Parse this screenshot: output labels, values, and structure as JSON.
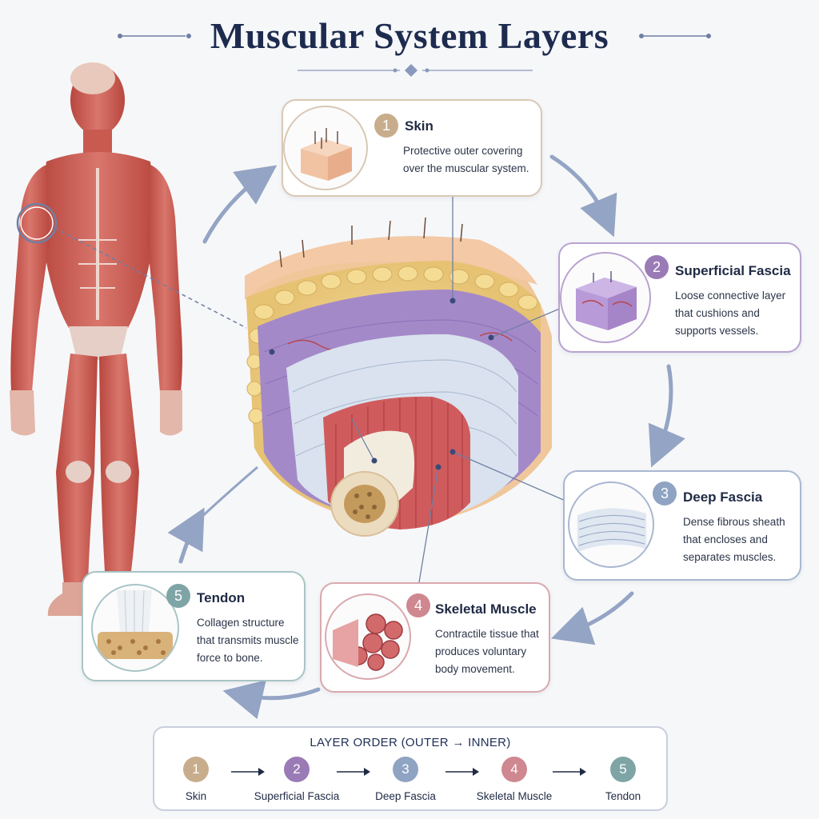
{
  "title": "Muscular System Layers",
  "colors": {
    "skin": "#c8ad8c",
    "superficial_fascia": "#9a7bb6",
    "deep_fascia": "#8fa3c3",
    "skeletal_muscle": "#cf8790",
    "tendon": "#7fa4a6",
    "arrow": "#94a4c4"
  },
  "layers": [
    {
      "number": "1",
      "name": "Skin",
      "description": [
        "Protective outer covering",
        "over the muscular system."
      ]
    },
    {
      "number": "2",
      "name": "Superficial Fascia",
      "description": [
        "Loose connective layer",
        "that cushions and",
        "supports vessels."
      ]
    },
    {
      "number": "3",
      "name": "Deep Fascia",
      "description": [
        "Dense fibrous sheath",
        "that encloses and",
        "separates muscles."
      ]
    },
    {
      "number": "4",
      "name": "Skeletal Muscle",
      "description": [
        "Contractile tissue that",
        "produces voluntary",
        "body movement."
      ]
    },
    {
      "number": "5",
      "name": "Tendon",
      "description": [
        "Collagen structure",
        "that transmits muscle",
        "force to bone."
      ]
    }
  ],
  "order": {
    "heading": "LAYER ORDER (OUTER → INNER)",
    "steps": [
      {
        "number": "1",
        "label": "Skin"
      },
      {
        "number": "2",
        "label": "Superficial Fascia"
      },
      {
        "number": "3",
        "label": "Deep Fascia"
      },
      {
        "number": "4",
        "label": "Skeletal Muscle"
      },
      {
        "number": "5",
        "label": "Tendon"
      }
    ]
  }
}
